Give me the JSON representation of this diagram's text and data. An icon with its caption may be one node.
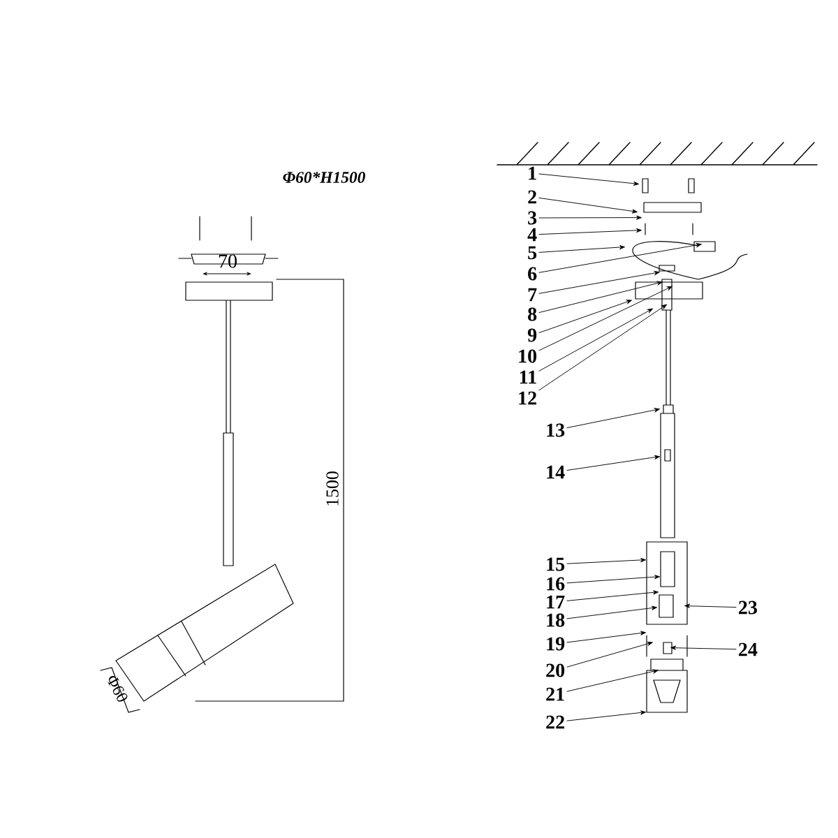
{
  "diagram": {
    "nodes": [
      {
        "text": [
          "1"
        ]
      },
      {
        "text": [
          "2"
        ]
      },
      {
        "text": [
          "3"
        ]
      },
      {
        "text": [
          "4"
        ]
      },
      {
        "text": [
          "5"
        ]
      },
      {
        "text": [
          "6"
        ]
      },
      {
        "text": [
          "7"
        ]
      },
      {
        "text": [
          "8"
        ]
      },
      {
        "text": [
          "9"
        ]
      },
      {
        "text": [
          "10"
        ]
      },
      {
        "text": [
          "11"
        ]
      },
      {
        "text": [
          "12"
        ]
      },
      {
        "text": [
          "13"
        ]
      },
      {
        "text": [
          "14"
        ]
      },
      {
        "text": [
          "15"
        ]
      },
      {
        "text": [
          "16"
        ]
      },
      {
        "text": [
          "17"
        ]
      },
      {
        "text": [
          "18"
        ]
      },
      {
        "text": [
          "19"
        ]
      },
      {
        "text": [
          "20"
        ]
      },
      {
        "text": [
          "21"
        ]
      },
      {
        "text": [
          "22"
        ]
      },
      {
        "text": [
          "23"
        ]
      },
      {
        "text": [
          "24"
        ]
      },
      {
        "text": [],
        "shape": "picture"
      }
    ],
    "edges": [
      {
        "from": 0,
        "to": 24,
        "arrow": "to"
      },
      {
        "from": 1,
        "to": 24,
        "arrow": "to"
      },
      {
        "from": 2,
        "to": 24,
        "arrow": "to"
      },
      {
        "from": 3,
        "to": 24,
        "arrow": "to"
      },
      {
        "from": 4,
        "to": 24,
        "arrow": "to"
      },
      {
        "from": 5,
        "to": 24,
        "arrow": "to"
      },
      {
        "from": 6,
        "to": 24,
        "arrow": "to"
      },
      {
        "from": 7,
        "to": 24,
        "arrow": "to"
      },
      {
        "from": 8,
        "to": 24,
        "arrow": "to"
      },
      {
        "from": 9,
        "to": 24,
        "arrow": "to"
      },
      {
        "from": 10,
        "to": 24,
        "arrow": "to"
      },
      {
        "from": 11,
        "to": 24,
        "arrow": "to"
      },
      {
        "from": 12,
        "to": 24,
        "arrow": "to"
      },
      {
        "from": 13,
        "to": 24,
        "arrow": "to"
      },
      {
        "from": 14,
        "to": 24,
        "arrow": "to"
      },
      {
        "from": 15,
        "to": 24,
        "arrow": "to"
      },
      {
        "from": 16,
        "to": 24,
        "arrow": "to"
      },
      {
        "from": 17,
        "to": 24,
        "arrow": "to"
      },
      {
        "from": 18,
        "to": 24,
        "arrow": "to"
      },
      {
        "from": 19,
        "to": 24,
        "arrow": "to"
      },
      {
        "from": 20,
        "to": 24,
        "arrow": "to"
      },
      {
        "from": 21,
        "to": 24,
        "arrow": "to"
      },
      {
        "from": 22,
        "to": 24,
        "arrow": "to"
      },
      {
        "from": 23,
        "to": 24,
        "arrow": "to"
      }
    ],
    "labels": [
      "Φ60*H1500",
      "70",
      "1500",
      "Φ60"
    ]
  }
}
